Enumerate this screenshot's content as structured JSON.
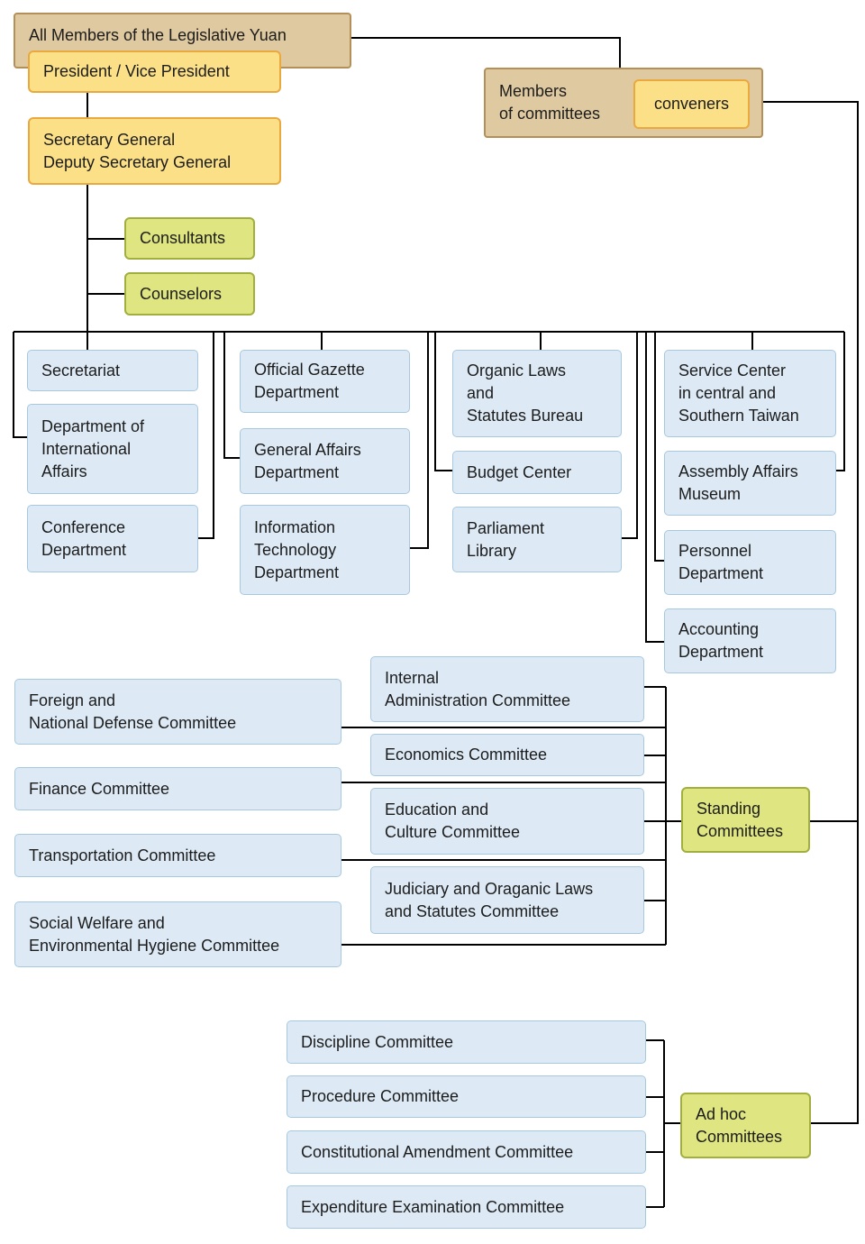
{
  "diagram": {
    "type": "org-chart",
    "organization": "Legislative Yuan",
    "colors": {
      "tan_fill": "#dfc9a0",
      "tan_border": "#b3905a",
      "yellow_fill": "#fbe088",
      "yellow_border": "#eaa93f",
      "green_fill": "#dee581",
      "green_border": "#a1af3e",
      "blue_fill": "#ddeaf5",
      "blue_border": "#a7c9df",
      "line": "#000000",
      "text": "#1c1c1c",
      "background": "#ffffff"
    },
    "nodes": {
      "all_members": "All Members of the Legislative Yuan",
      "president": "President / Vice President",
      "secretary": "Secretary General\nDeputy Secretary General",
      "members": "Members\nof committees",
      "conveners": "conveners",
      "consultants": "Consultants",
      "counselors": "Counselors",
      "secretariat": "Secretariat",
      "dept_intl": "Department of\nInternational\nAffairs",
      "conference": "Conference\nDepartment",
      "official_gazette": "Official Gazette\nDepartment",
      "general_affairs": "General Affairs\nDepartment",
      "info_tech": "Information\nTechnology\nDepartment",
      "organic_laws": "Organic Laws\nand\nStatutes Bureau",
      "budget_center": "Budget Center",
      "parliament_library": "Parliament\nLibrary",
      "service_center": "Service Center\nin central and\nSouthern Taiwan",
      "assembly_museum": "Assembly Affairs\nMuseum",
      "personnel": "Personnel\nDepartment",
      "accounting": "Accounting\nDepartment",
      "foreign_defense": "Foreign and\nNational Defense Committee",
      "finance": "Finance Committee",
      "transportation": "Transportation Committee",
      "social_welfare": "Social Welfare and\nEnvironmental Hygiene Committee",
      "internal_admin": "Internal\nAdministration Committee",
      "economics": "Economics Committee",
      "education_culture": "Education and\nCulture Committee",
      "judiciary": "Judiciary and Oraganic Laws\nand Statutes Committee",
      "standing": "Standing\nCommittees",
      "discipline": "Discipline Committee",
      "procedure": "Procedure Committee",
      "constitutional": "Constitutional Amendment Committee",
      "expenditure": "Expenditure Examination Committee",
      "adhoc": "Ad hoc\nCommittees"
    },
    "edges": [
      {
        "from": "all_members",
        "to": "members"
      },
      {
        "from": "members",
        "to": "standing"
      },
      {
        "from": "members",
        "to": "adhoc"
      },
      {
        "from": "president",
        "to": "secretary"
      },
      {
        "from": "secretary",
        "to": "consultants"
      },
      {
        "from": "secretary",
        "to": "counselors"
      },
      {
        "from": "secretary",
        "to": "secretariat"
      },
      {
        "from": "secretary",
        "to": "dept_intl"
      },
      {
        "from": "secretary",
        "to": "conference"
      },
      {
        "from": "secretary",
        "to": "official_gazette"
      },
      {
        "from": "secretary",
        "to": "general_affairs"
      },
      {
        "from": "secretary",
        "to": "info_tech"
      },
      {
        "from": "secretary",
        "to": "organic_laws"
      },
      {
        "from": "secretary",
        "to": "budget_center"
      },
      {
        "from": "secretary",
        "to": "parliament_library"
      },
      {
        "from": "secretary",
        "to": "service_center"
      },
      {
        "from": "secretary",
        "to": "assembly_museum"
      },
      {
        "from": "secretary",
        "to": "personnel"
      },
      {
        "from": "secretary",
        "to": "accounting"
      },
      {
        "from": "standing",
        "to": "internal_admin"
      },
      {
        "from": "standing",
        "to": "economics"
      },
      {
        "from": "standing",
        "to": "education_culture"
      },
      {
        "from": "standing",
        "to": "judiciary"
      },
      {
        "from": "standing",
        "to": "foreign_defense"
      },
      {
        "from": "standing",
        "to": "finance"
      },
      {
        "from": "standing",
        "to": "transportation"
      },
      {
        "from": "standing",
        "to": "social_welfare"
      },
      {
        "from": "adhoc",
        "to": "discipline"
      },
      {
        "from": "adhoc",
        "to": "procedure"
      },
      {
        "from": "adhoc",
        "to": "constitutional"
      },
      {
        "from": "adhoc",
        "to": "expenditure"
      }
    ]
  }
}
